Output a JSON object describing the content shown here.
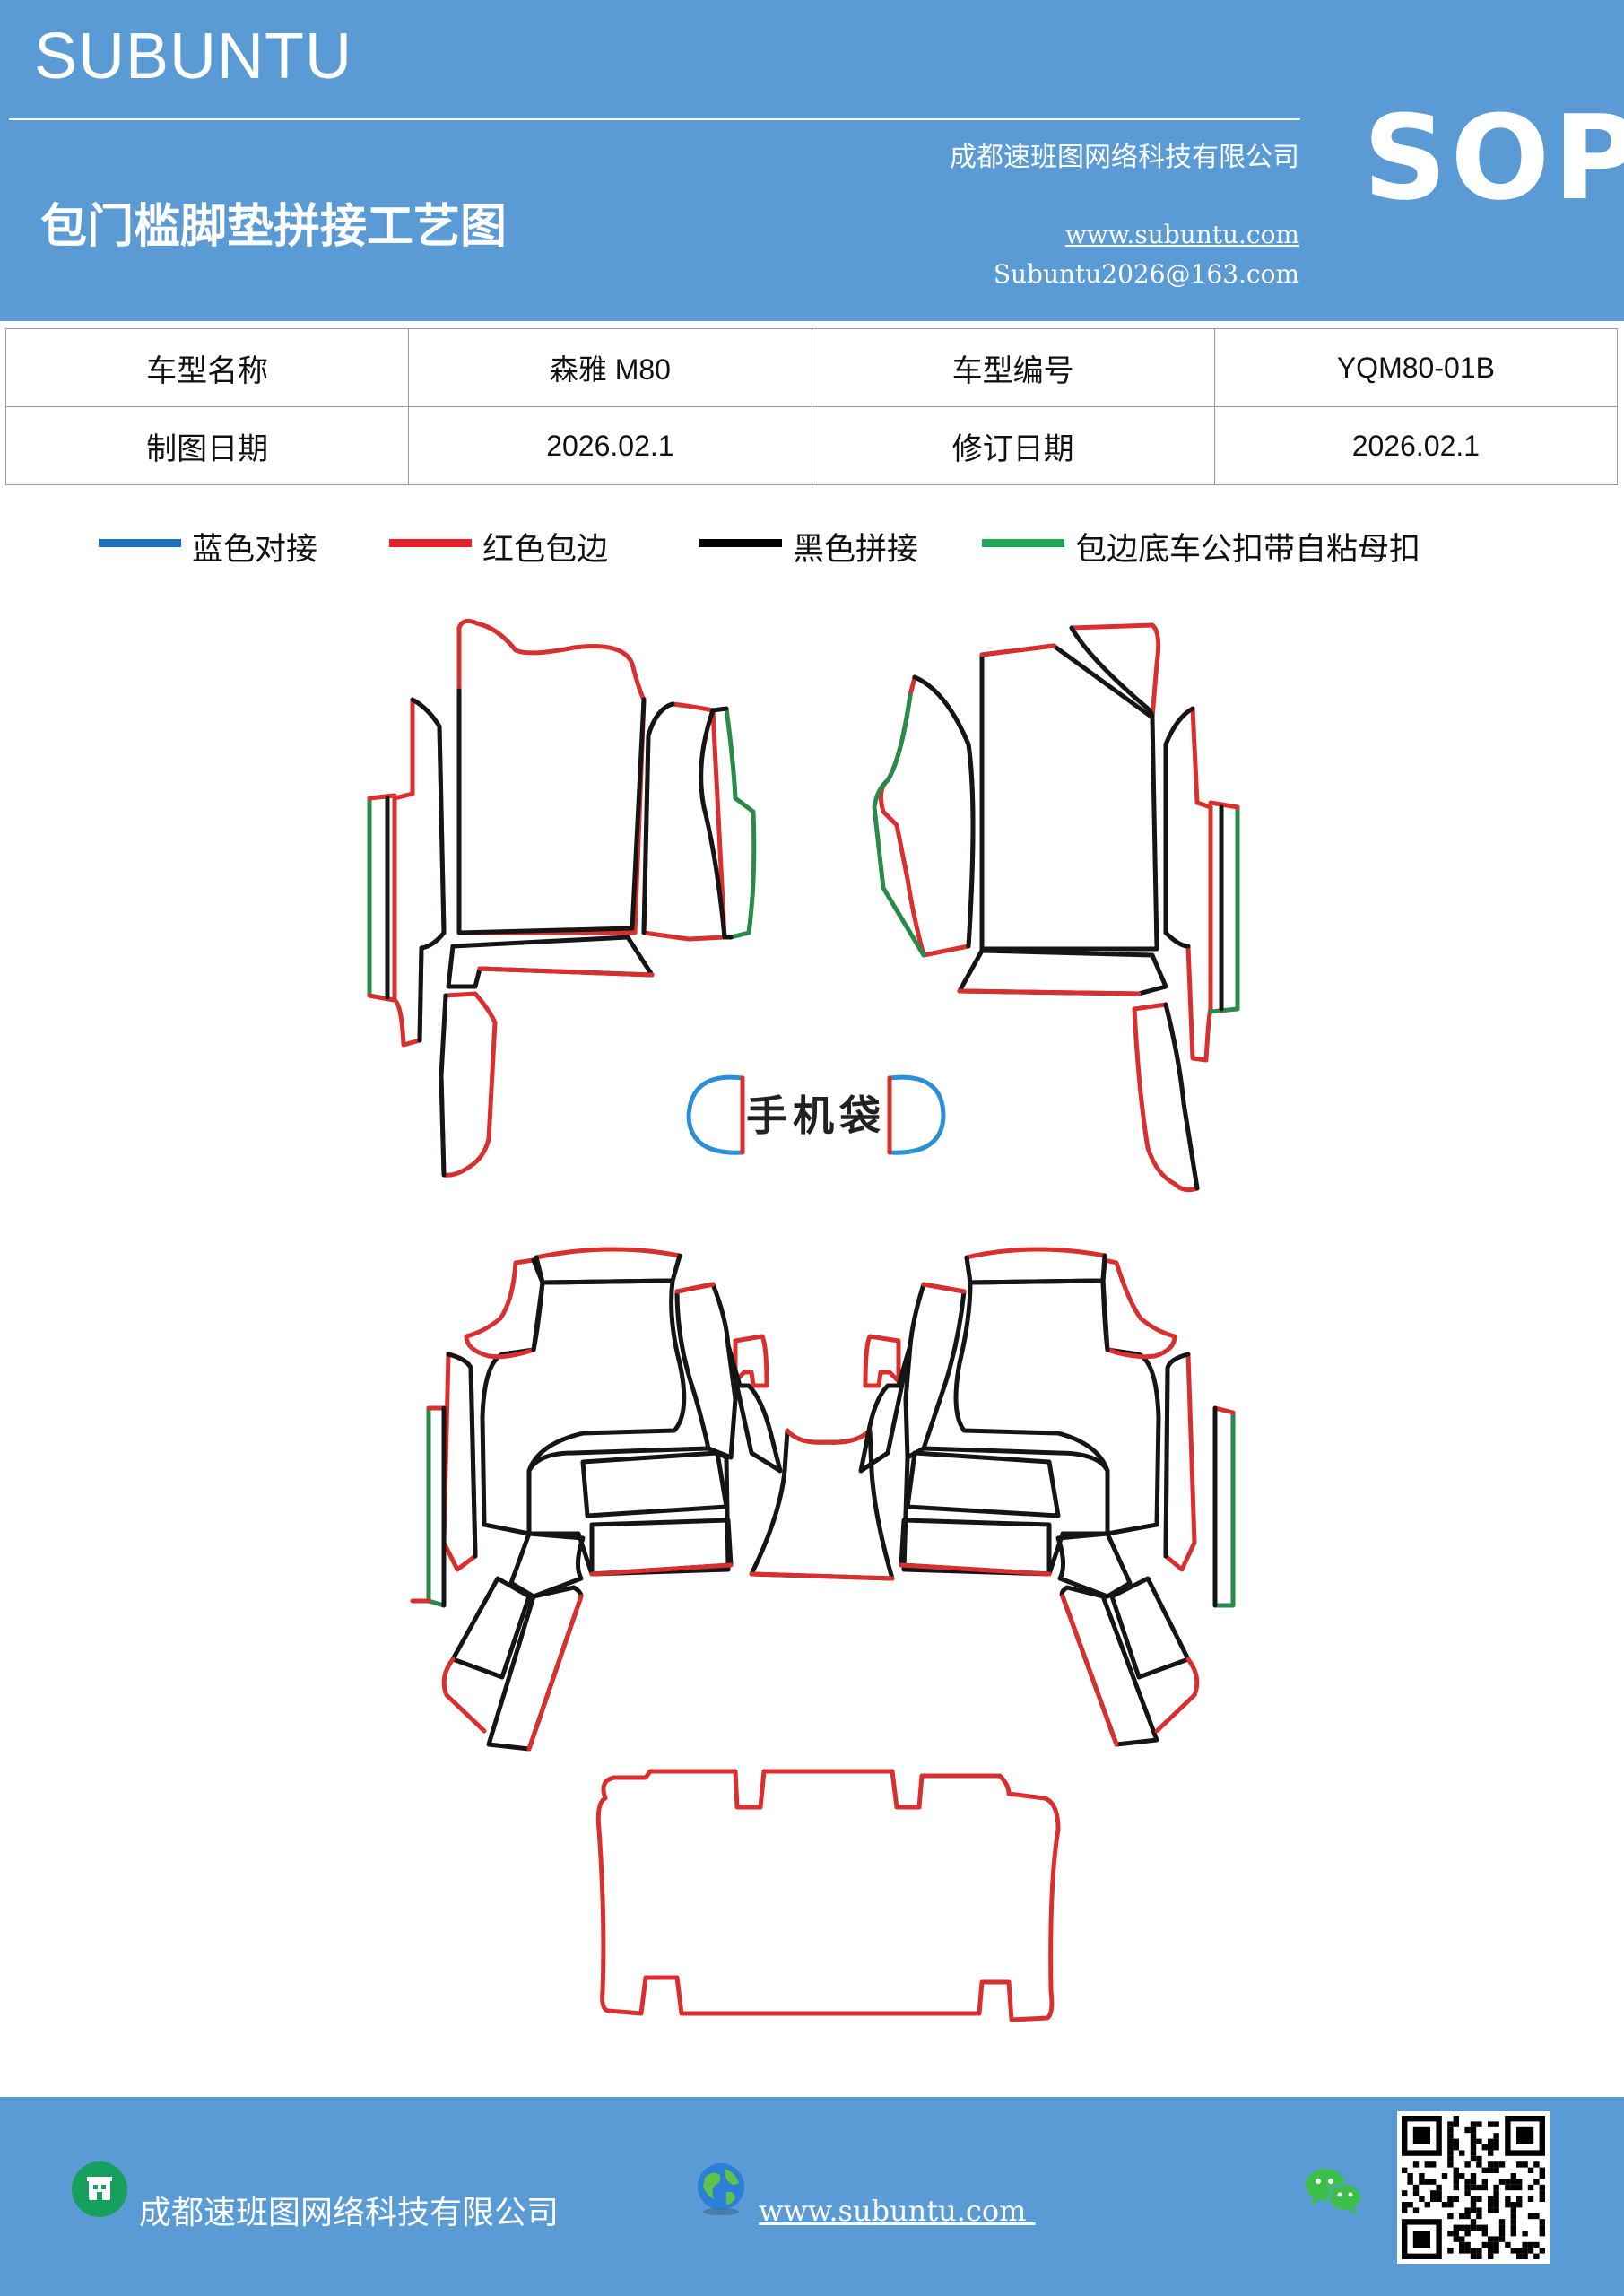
{
  "header": {
    "brand": "SUBUNTU",
    "company": "成都速班图网络科技有限公司",
    "title": "包门槛脚垫拼接工艺图",
    "url": "www.subuntu.com",
    "email": "Subuntu2026@163.com",
    "badge": "SOP"
  },
  "info_table": {
    "model_name_label": "车型名称",
    "model_name_value": "森雅 M80",
    "model_code_label": "车型编号",
    "model_code_value": "YQM80-01B",
    "draw_date_label": "制图日期",
    "draw_date_value": "2026.02.1",
    "revise_date_label": "修订日期",
    "revise_date_value": "2026.02.1"
  },
  "legend": [
    {
      "label": "蓝色对接",
      "color": "#1f6fbf"
    },
    {
      "label": "红色包边",
      "color": "#e8202a"
    },
    {
      "label": "黑色拼接",
      "color": "#000000"
    },
    {
      "label": "包边底车公扣带自粘母扣",
      "color": "#1aa852"
    }
  ],
  "drawing": {
    "phone_pocket_label": "手机袋",
    "line_colors": {
      "red": "#d9302f",
      "black": "#151515",
      "green": "#2a8a4a",
      "blue": "#2a8fd6"
    }
  },
  "footer": {
    "company": "成都速班图网络科技有限公司",
    "url": "www.subuntu.com ",
    "icons": [
      "building-icon",
      "globe-icon",
      "wechat-icon",
      "qr-code"
    ]
  }
}
